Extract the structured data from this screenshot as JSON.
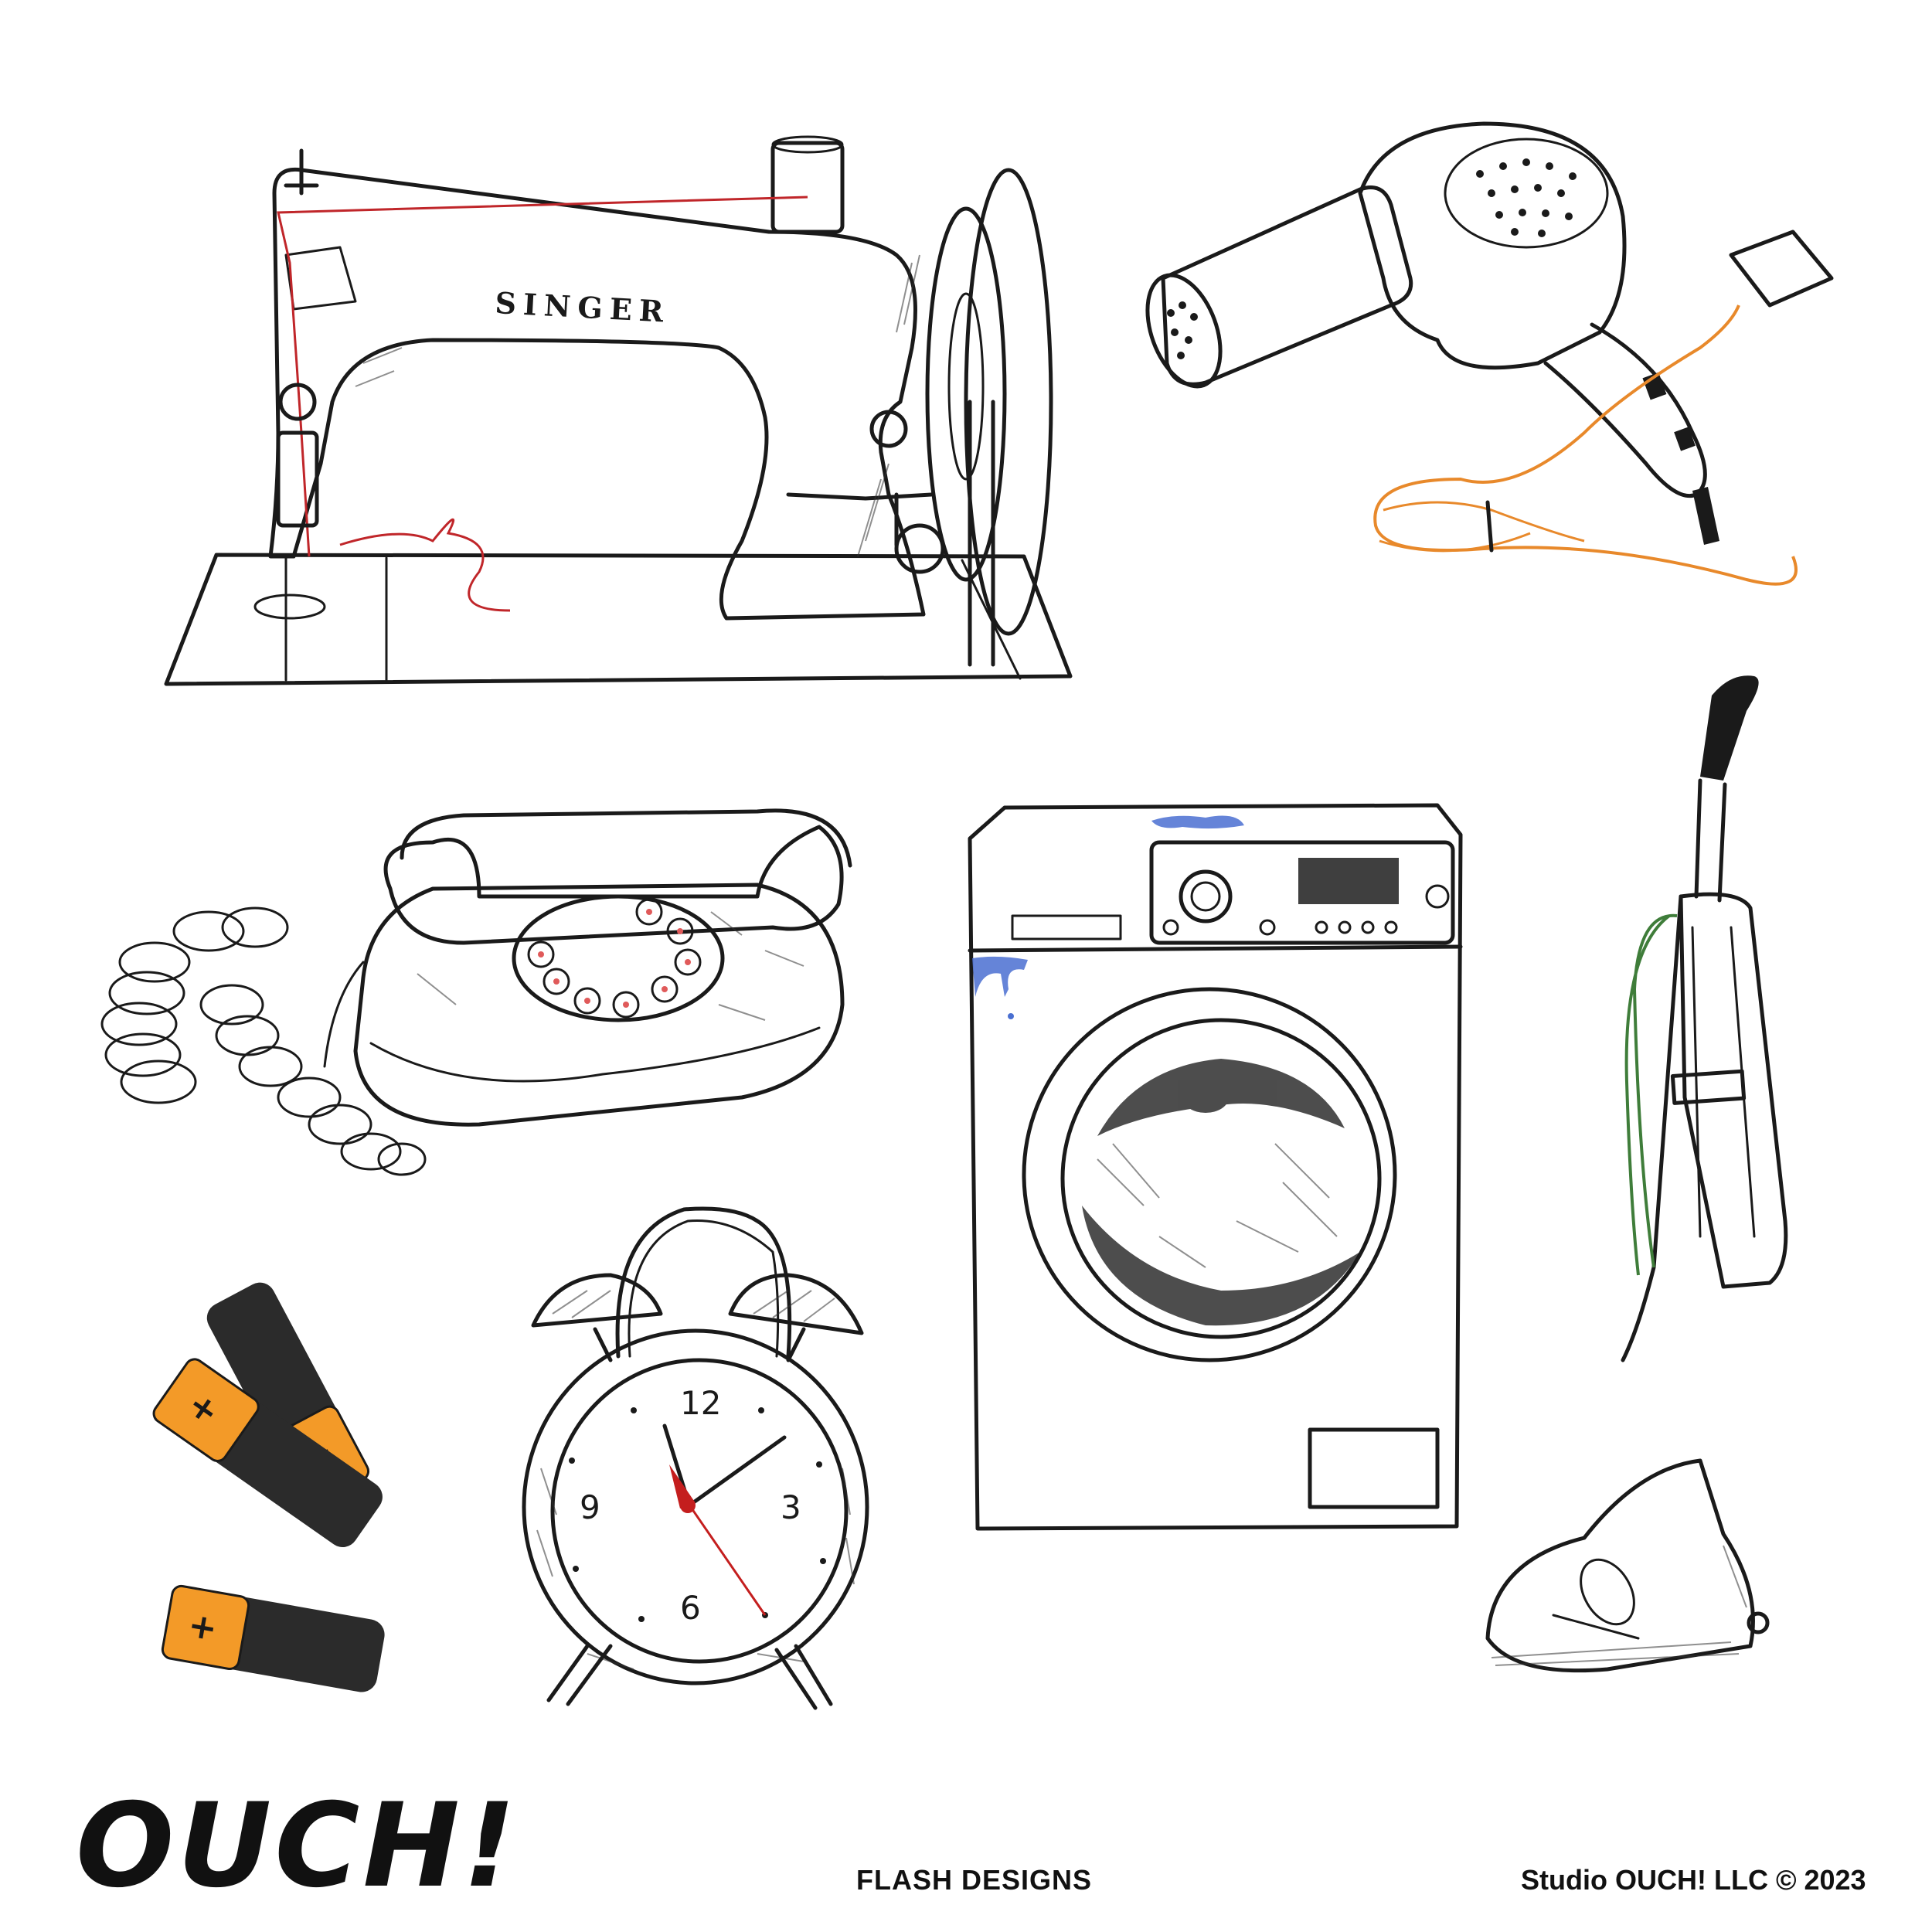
{
  "brand": {
    "logo_text": "OUCH!"
  },
  "footer": {
    "center_label": "FLASH DESIGNS",
    "credit": "Studio OUCH! LLC © 2023"
  },
  "illustrations": {
    "sewing_machine": {
      "brand_text": "SINGER",
      "thread_color": "#c0262a"
    },
    "hair_dryer": {
      "cord_color": "#e8892b"
    },
    "telephone": {
      "dial_dot_color": "#e05a5a"
    },
    "washing_machine": {
      "paint_color": "#4a6fd1"
    },
    "vacuum": {
      "cord_color": "#3f7d3a"
    },
    "alarm_clock": {
      "numerals": [
        "12",
        "3",
        "6",
        "9"
      ],
      "second_hand_color": "#c41e1e"
    },
    "batteries": {
      "sign": "+",
      "band_color": "#f39a28"
    }
  },
  "colors": {
    "ink": "#1a1a1a",
    "background": "#ffffff"
  }
}
